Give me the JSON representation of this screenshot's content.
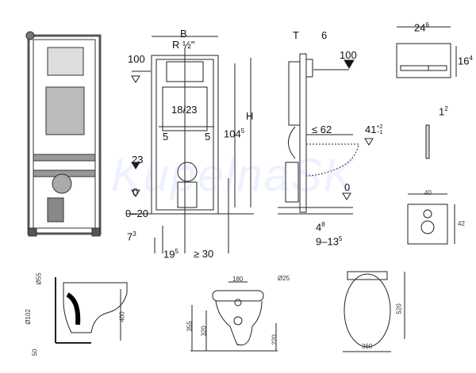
{
  "watermark": "KupelnaSK",
  "front_view": {
    "width_label": "B",
    "connection_label": "R ½\"",
    "level_100": "100",
    "spacing_label": "18/23",
    "offset_left": "5",
    "offset_right": "5",
    "height_1045": "104",
    "height_1045_sup": "5",
    "height_label": "H",
    "level_23": "23",
    "level_0": "0",
    "floor_range": "0–20",
    "foot_offset": "7",
    "foot_offset_sup": "3",
    "center_195": "19",
    "center_195_sup": "5",
    "min_30": "≥ 30"
  },
  "side_view": {
    "depth_label": "T",
    "depth_6": "6",
    "level_100": "100",
    "max_62": "≤ 62",
    "height_41": "41",
    "height_41_tol_plus": "+2",
    "height_41_tol_minus": "−1",
    "level_0": "0",
    "offset_48": "4",
    "offset_48_sup": "8",
    "range_9_135": "9–13",
    "range_9_135_sup": "5"
  },
  "flush_plate": {
    "width": "24",
    "width_sup": "6",
    "height": "16",
    "height_sup": "4",
    "thickness": "1",
    "thickness_sup": "2"
  },
  "seal_plate": {
    "width": "40",
    "height": "42"
  },
  "toilet_side": {
    "d55": "Ø55",
    "d102": "Ø102",
    "h400": "400",
    "h50": "50"
  },
  "toilet_front": {
    "w180": "180",
    "d25": "Ø25",
    "h355": "355",
    "h320": "320",
    "h220": "220"
  },
  "toilet_top": {
    "l520": "520",
    "w360": "360"
  }
}
